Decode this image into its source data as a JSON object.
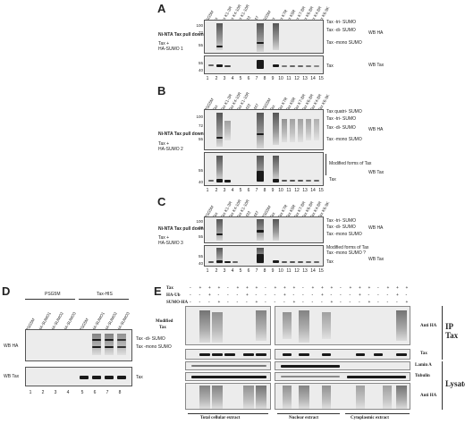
{
  "panels": {
    "A": {
      "letter": "A",
      "pulldown": "Ni-NTA Tax pull down",
      "cond1": "Tax +",
      "cond2": "HA-SUMO 1",
      "lanes_left": [
        "PSG5M",
        "Tax",
        "Tax K1-3R",
        "Tax K4-10R",
        "Tax K1-10R",
        "M22",
        "M47"
      ],
      "lanes_right": [
        "PSG5M",
        "Tax",
        "Tax K7R",
        "Tax K8R",
        "Tax K7-8R",
        "Tax K6-8R",
        "Tax K4-8R",
        "Tax K6-9K"
      ],
      "mw_top": [
        "100",
        "72",
        "55"
      ],
      "mw_bottom": [
        "55",
        "40"
      ],
      "ann_top": [
        "Tax -tri- SUMO",
        "Tax -di- SUMO",
        "Tax -mono SUMO"
      ],
      "wb_top": "WB HA",
      "wb_bottom": "WB Tax",
      "ann_bottom": [
        "Tax"
      ],
      "lane_numbers": [
        "1",
        "2",
        "3",
        "4",
        "5",
        "6",
        "7",
        "8",
        "9",
        "10",
        "11",
        "12",
        "13",
        "14",
        "15"
      ]
    },
    "B": {
      "letter": "B",
      "pulldown": "Ni-NTA Tax pull down",
      "cond1": "Tax +",
      "cond2": "HA-SUMO 2",
      "lanes_left": [
        "PSG5M",
        "Tax",
        "Tax K1-3R",
        "Tax K4-10R",
        "Tax K1-10R",
        "M22",
        "M47"
      ],
      "lanes_right": [
        "PSG5M",
        "Tax",
        "Tax K7R",
        "Tax K8R",
        "Tax K7-8R",
        "Tax K6-8R",
        "Tax K4-8R",
        "Tax K6-9K"
      ],
      "mw_top": [
        "100",
        "72",
        "55"
      ],
      "mw_bottom": [
        "55",
        "40"
      ],
      "ann_top": [
        "Tax quatri- SUMO",
        "Tax -tri- SUMO",
        "Tax -di- SUMO",
        "Tax -mono SUMO"
      ],
      "wb_top": "WB HA",
      "wb_bottom": "WB Tax",
      "ann_bottom": [
        "Modified forms of Tax",
        "Tax"
      ],
      "lane_numbers": [
        "1",
        "2",
        "3",
        "4",
        "5",
        "6",
        "7",
        "8",
        "9",
        "10",
        "11",
        "12",
        "13",
        "14",
        "15"
      ]
    },
    "C": {
      "letter": "C",
      "pulldown": "Ni-NTA Tax pull down",
      "cond1": "Tax +",
      "cond2": "HA-SUMO 3",
      "lanes_left": [
        "PSG5M",
        "Tax",
        "Tax K1-3R",
        "Tax K4-10R",
        "Tax K1-10R",
        "M22",
        "M47"
      ],
      "lanes_right": [
        "PSG5M",
        "Tax",
        "Tax K7R",
        "Tax K8R",
        "Tax K7-8R",
        "Tax K6-8R",
        "Tax K4-8R",
        "Tax K6-9K"
      ],
      "mw_top": [
        "100",
        "72",
        "55"
      ],
      "mw_bottom": [
        "55",
        "40"
      ],
      "ann_top": [
        "Tax -tri- SUMO",
        "Tax -di- SUMO",
        "Tax -mono SUMO"
      ],
      "wb_top": "WB HA",
      "wb_bottom": "WB Tax",
      "ann_bottom": [
        "Modified forms of Tax",
        "Tax -mono SUMO ?",
        "Tax"
      ],
      "lane_numbers": [
        "1",
        "2",
        "3",
        "4",
        "5",
        "6",
        "7",
        "8",
        "9",
        "10",
        "11",
        "12",
        "13",
        "14",
        "15"
      ]
    },
    "D": {
      "letter": "D",
      "group1": "PSG5M",
      "group2": "Tax-HIS",
      "lanes": [
        "PSG5M",
        "HA-SUMO1",
        "HA-SUMO2",
        "HA-SUMO3",
        "PSG5M",
        "HA-SUMO1",
        "HA-SUMO2",
        "HA-SUMO3"
      ],
      "wb_top": "WB HA",
      "wb_bottom": "WB Tax",
      "ann_top": [
        "Tax -di- SUMO",
        "Tax -mono SUMO"
      ],
      "ann_bottom": [
        "Tax"
      ],
      "lane_numbers": [
        "1",
        "2",
        "3",
        "4",
        "5",
        "6",
        "7",
        "8"
      ]
    },
    "E": {
      "letter": "E",
      "row_labels": [
        "Tax",
        "HA-Ub",
        "SUMO-HA"
      ],
      "signs": {
        "tax": [
          "-",
          "+",
          "+",
          "+",
          "-",
          "+",
          "+",
          "+",
          "-",
          "+",
          "+",
          "+",
          "-",
          "+",
          "+",
          "+",
          "-",
          "+",
          "+",
          "+",
          "-",
          "+",
          "+",
          "+"
        ],
        "ub": [
          "-",
          "-",
          "+",
          "-",
          "-",
          "-",
          "+",
          "-",
          "-",
          "-",
          "+",
          "-",
          "-",
          "-",
          "+",
          "-",
          "-",
          "-",
          "+",
          "-",
          "-",
          "-",
          "+",
          "-"
        ],
        "sumo": [
          "-",
          "-",
          "-",
          "+",
          "-",
          "-",
          "-",
          "+",
          "-",
          "-",
          "-",
          "+",
          "-",
          "-",
          "-",
          "+",
          "-",
          "-",
          "-",
          "+",
          "-",
          "-",
          "-",
          "+"
        ]
      },
      "modified_tax_1": "Modified",
      "modified_tax_2": "Tax",
      "right_labels": [
        "Anti HA",
        "Tax",
        "Lamin A",
        "Tubulin",
        "Anti HA"
      ],
      "ip_label": "IP Tax",
      "lysate_label": "Lysate",
      "extracts": [
        "Total cellular extract",
        "Nuclear extract",
        "Cytoplasmic extract"
      ]
    }
  }
}
